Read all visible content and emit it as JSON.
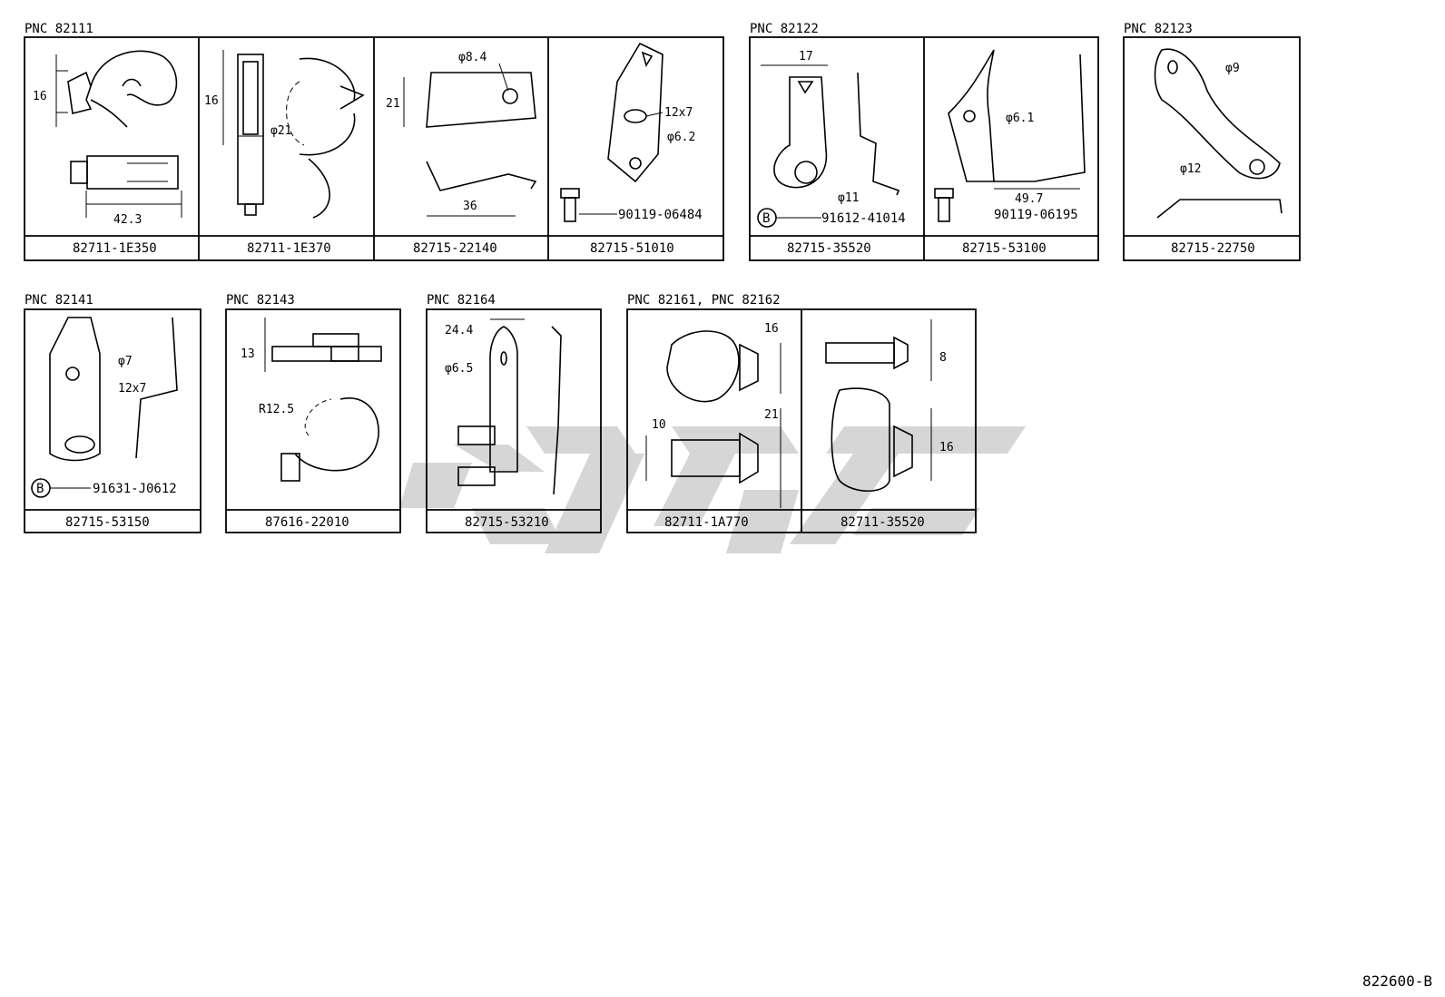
{
  "groups": [
    {
      "pnc": "PNC 82111",
      "parts": [
        "82711-1E350",
        "82711-1E370",
        "82715-22140",
        "82715-51010"
      ]
    },
    {
      "pnc": "PNC 82122",
      "parts": [
        "82715-35520",
        "82715-53100"
      ]
    },
    {
      "pnc": "PNC 82123",
      "parts": [
        "82715-22750"
      ]
    },
    {
      "pnc": "PNC 82141",
      "parts": [
        "82715-53150"
      ]
    },
    {
      "pnc": "PNC 82143",
      "parts": [
        "87616-22010"
      ]
    },
    {
      "pnc": "PNC 82164",
      "parts": [
        "82715-53210"
      ]
    },
    {
      "pnc": "PNC 82161, PNC 82162",
      "parts": [
        "82711-1A770",
        "82711-35520"
      ]
    }
  ],
  "dimensions": {
    "d16a": "16",
    "d42_3": "42.3",
    "d16b": "16",
    "phi21": "φ21",
    "phi8_4": "φ8.4",
    "d21a": "21",
    "d36": "36",
    "d12x7a": "12x7",
    "phi6_2": "φ6.2",
    "d17": "17",
    "phi11": "φ11",
    "phi6_1": "φ6.1",
    "d49_7": "49.7",
    "phi9": "φ9",
    "phi12": "φ12",
    "phi7": "φ7",
    "d12x7b": "12x7",
    "d13": "13",
    "r12_5": "R12.5",
    "d24_4": "24.4",
    "phi6_5": "φ6.5",
    "d16c": "16",
    "d21b": "21",
    "d10": "10",
    "d8": "8",
    "d16d": "16"
  },
  "refs": {
    "bolt_a": "90119-06484",
    "bolt_b": "90119-06195",
    "clip_b1": "91612-41014",
    "clip_b2": "91631-J0612",
    "b_symbol": "B"
  },
  "diagram_code": "822600-B",
  "colors": {
    "line": "#000000",
    "watermark": "#cfcfcf"
  }
}
